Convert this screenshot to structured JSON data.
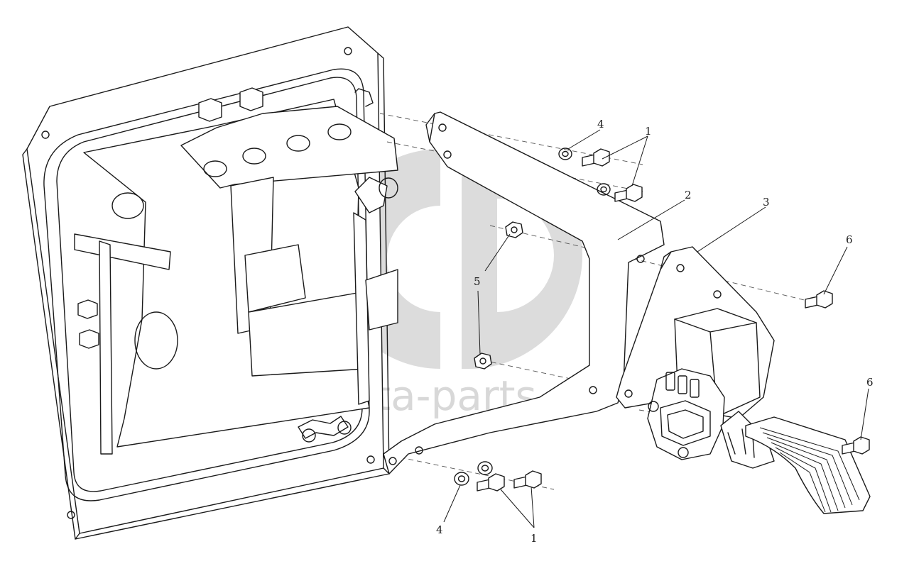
{
  "callouts": {
    "c1_top": "1",
    "c2": "2",
    "c3": "3",
    "c4_top": "4",
    "c5": "5",
    "c6_top": "6",
    "c6_bottom": "6",
    "c4_bottom": "4",
    "c1_bottom": "1"
  },
  "watermark": {
    "text": "data-parts",
    "color": "#b9b9b9"
  },
  "colors": {
    "line": "#1a1a1a",
    "background": "#ffffff"
  }
}
